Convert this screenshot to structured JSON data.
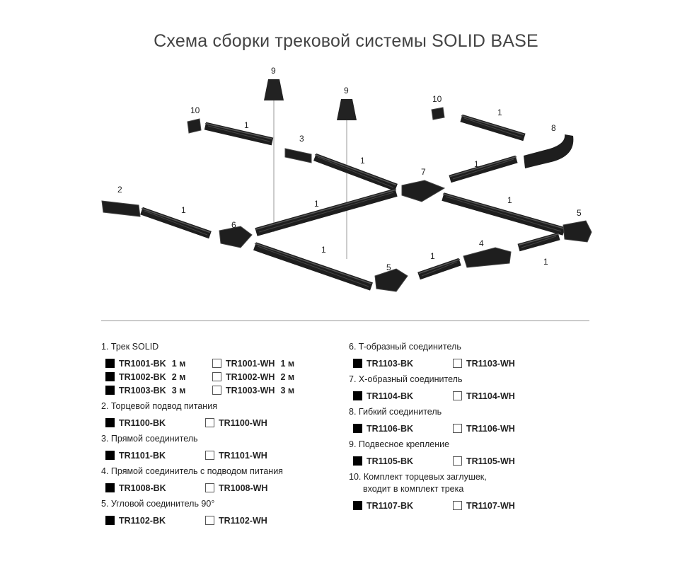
{
  "title": "Схема сборки трековой системы SOLID BASE",
  "diagram_labels": {
    "l9a": "9",
    "l9b": "9",
    "l10a": "10",
    "l10b": "10",
    "l1a": "1",
    "l3": "3",
    "l1b": "1",
    "l7": "7",
    "l1c": "1",
    "l8": "8",
    "l1d": "1",
    "l2": "2",
    "l1e": "1",
    "l6": "6",
    "l1f": "1",
    "l1g": "1",
    "l5a": "5",
    "l1h": "1",
    "l4": "4",
    "l1i": "1",
    "l1j": "1",
    "l5b": "5"
  },
  "legend": [
    {
      "title": "1. Трек SOLID",
      "rows": [
        {
          "bk": "TR1001-BK",
          "bk_len": "1 м",
          "wh": "TR1001-WH",
          "wh_len": "1 м"
        },
        {
          "bk": "TR1002-BK",
          "bk_len": "2 м",
          "wh": "TR1002-WH",
          "wh_len": "2 м"
        },
        {
          "bk": "TR1003-BK",
          "bk_len": "3 м",
          "wh": "TR1003-WH",
          "wh_len": "3 м"
        }
      ]
    },
    {
      "title": "2. Торцевой подвод питания",
      "bk": "TR1100-BK",
      "wh": "TR1100-WH"
    },
    {
      "title": "3. Прямой соединитель",
      "bk": "TR1101-BK",
      "wh": "TR1101-WH"
    },
    {
      "title": "4. Прямой соединитель с подводом питания",
      "bk": "TR1008-BK",
      "wh": "TR1008-WH"
    },
    {
      "title": "5. Угловой соединитель 90°",
      "bk": "TR1102-BK",
      "wh": "TR1102-WH"
    },
    {
      "title": "6. T-образный соединитель",
      "bk": "TR1103-BK",
      "wh": "TR1103-WH"
    },
    {
      "title": "7. X-образный соединитель",
      "bk": "TR1104-BK",
      "wh": "TR1104-WH"
    },
    {
      "title": "8. Гибкий соединитель",
      "bk": "TR1106-BK",
      "wh": "TR1106-WH"
    },
    {
      "title": "9. Подвесное крепление",
      "bk": "TR1105-BK",
      "wh": "TR1105-WH"
    },
    {
      "title": "10. Комплект торцевых заглушек,",
      "title2": "входит в комплект трека",
      "bk": "TR1107-BK",
      "wh": "TR1107-WH"
    }
  ]
}
